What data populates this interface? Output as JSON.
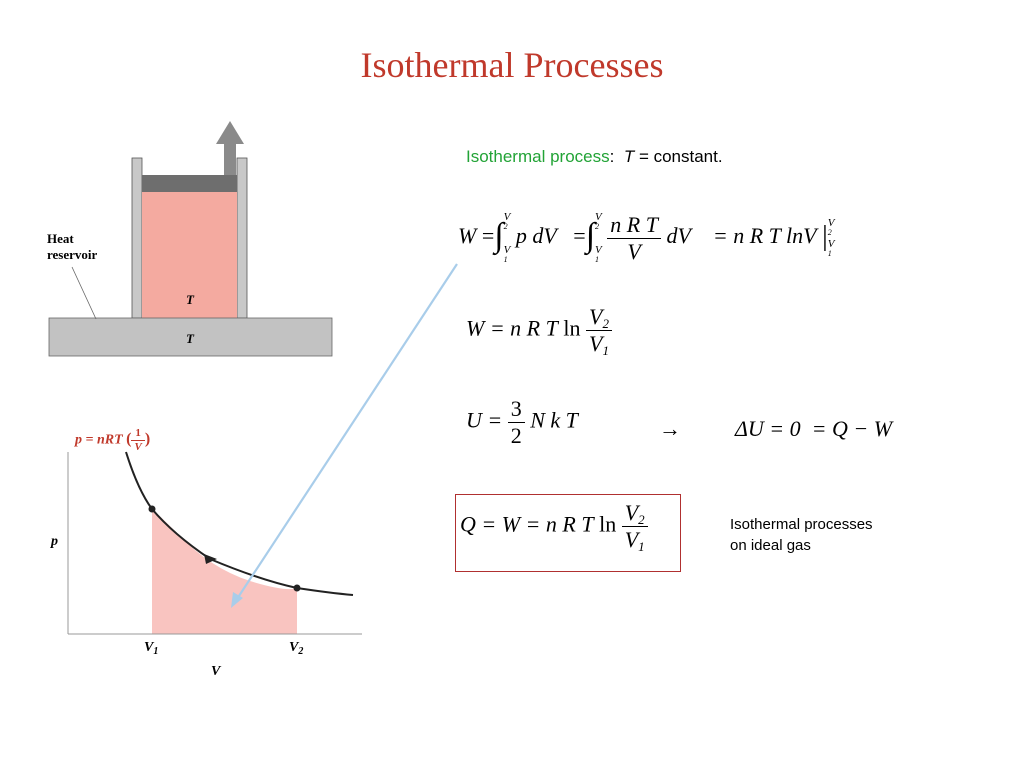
{
  "slide": {
    "title": "Isothermal Processes"
  },
  "piston_diagram": {
    "heat_label_line1": "Heat",
    "heat_label_line2": "reservoir",
    "gas_temp_label": "T",
    "reservoir_temp_label": "T",
    "colors": {
      "gas": "#f4aaa0",
      "wall": "#c8c8c8",
      "piston": "#6e6e6e",
      "arrow": "#8a8a8a"
    }
  },
  "pv_graph": {
    "formula_lhs": "p = nRT",
    "formula_num": "1",
    "formula_den": "V",
    "y_axis_label": "p",
    "x_axis_label": "V",
    "v1_label": "V",
    "v1_sub": "1",
    "v2_label": "V",
    "v2_sub": "2",
    "colors": {
      "area": "#f9c4c0",
      "formula": "#c0392b"
    }
  },
  "definition": {
    "term": "Isothermal process",
    "colon": ":",
    "symbol": "T",
    "rest": "= constant."
  },
  "eq1": {
    "w": "W",
    "eqs": "=",
    "int": "∫",
    "upper": "V",
    "upper_sub": "2",
    "lower": "V",
    "lower_sub": "1",
    "integrand": "p dV",
    "frac_num": "n R T",
    "frac_den": "V",
    "dv": "dV",
    "result": "= n R T lnV",
    "bar": "|"
  },
  "eq2": {
    "lhs": "W = n R T",
    "ln": "ln",
    "num": "V",
    "num_sub": "2",
    "den": "V",
    "den_sub": "1"
  },
  "eq3": {
    "u": "U =",
    "num": "3",
    "den": "2",
    "rhs": "N k T",
    "arrow": "→",
    "delta": "ΔU = 0",
    "rest": "= Q − W"
  },
  "eq4": {
    "lhs": "Q = W = n R T",
    "ln": "ln",
    "num": "V",
    "num_sub": "2",
    "den": "V",
    "den_sub": "1"
  },
  "caption": {
    "line1": "Isothermal processes",
    "line2": "on ideal gas"
  },
  "colors": {
    "title": "#c0392b",
    "term": "#22a336",
    "box": "#b03030",
    "connector": "#a9cdea"
  }
}
